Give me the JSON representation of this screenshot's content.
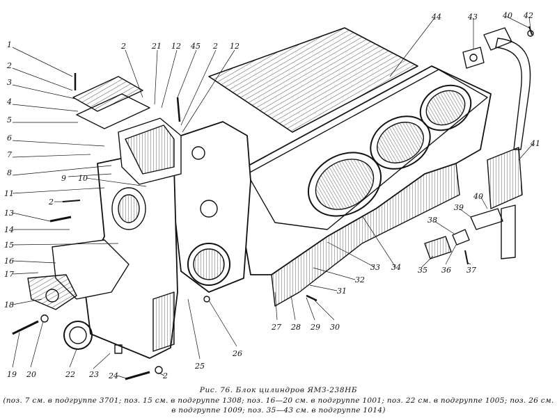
{
  "caption": {
    "title": "Рис. 76. Блок цилиндров ЯМЗ-238НБ",
    "note_line1": "(поз. 7 см. в подгруппе 3701; поз. 15 см. в подгруппе 1308; поз. 16—20 см. в подгруппе 1001; поз. 22 см. в подгруппе 1005; поз. 26 см.",
    "note_line2": "в подгруппе 1009; поз. 35—43 см. в подгруппе 1014)"
  },
  "callouts": [
    {
      "id": "c1",
      "text": "1"
    },
    {
      "id": "c2a",
      "text": "2"
    },
    {
      "id": "c3",
      "text": "3"
    },
    {
      "id": "c4",
      "text": "4"
    },
    {
      "id": "c5",
      "text": "5"
    },
    {
      "id": "c6",
      "text": "6"
    },
    {
      "id": "c7",
      "text": "7"
    },
    {
      "id": "c8",
      "text": "8"
    },
    {
      "id": "c9",
      "text": "9"
    },
    {
      "id": "c10",
      "text": "10"
    },
    {
      "id": "c11",
      "text": "11"
    },
    {
      "id": "c2b",
      "text": "2"
    },
    {
      "id": "c13",
      "text": "13"
    },
    {
      "id": "c14",
      "text": "14"
    },
    {
      "id": "c15",
      "text": "15"
    },
    {
      "id": "c16",
      "text": "16"
    },
    {
      "id": "c17",
      "text": "17"
    },
    {
      "id": "c18",
      "text": "18"
    },
    {
      "id": "c19",
      "text": "19"
    },
    {
      "id": "c20",
      "text": "20"
    },
    {
      "id": "c22",
      "text": "22"
    },
    {
      "id": "c23",
      "text": "23"
    },
    {
      "id": "c24",
      "text": "24"
    },
    {
      "id": "c2c",
      "text": "2"
    },
    {
      "id": "c25",
      "text": "25"
    },
    {
      "id": "c26",
      "text": "26"
    },
    {
      "id": "c2d",
      "text": "2"
    },
    {
      "id": "c21",
      "text": "21"
    },
    {
      "id": "c12a",
      "text": "12"
    },
    {
      "id": "c45",
      "text": "45"
    },
    {
      "id": "c2e",
      "text": "2"
    },
    {
      "id": "c12b",
      "text": "12"
    },
    {
      "id": "c27",
      "text": "27"
    },
    {
      "id": "c28",
      "text": "28"
    },
    {
      "id": "c29",
      "text": "29"
    },
    {
      "id": "c30",
      "text": "30"
    },
    {
      "id": "c31",
      "text": "31"
    },
    {
      "id": "c32",
      "text": "32"
    },
    {
      "id": "c33",
      "text": "33"
    },
    {
      "id": "c34",
      "text": "34"
    },
    {
      "id": "c35",
      "text": "35"
    },
    {
      "id": "c36",
      "text": "36"
    },
    {
      "id": "c37",
      "text": "37"
    },
    {
      "id": "c38",
      "text": "38"
    },
    {
      "id": "c39",
      "text": "39"
    },
    {
      "id": "c40a",
      "text": "40"
    },
    {
      "id": "c41",
      "text": "41"
    },
    {
      "id": "c44",
      "text": "44"
    },
    {
      "id": "c43",
      "text": "43"
    },
    {
      "id": "c40b",
      "text": "40"
    },
    {
      "id": "c42",
      "text": "42"
    }
  ]
}
